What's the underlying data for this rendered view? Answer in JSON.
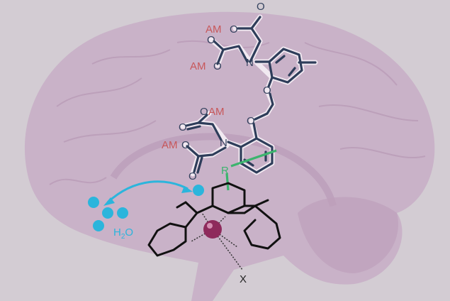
{
  "labels": {
    "am_top": "AM",
    "am_mid": "AM",
    "am_oam": "AM",
    "am_low": "AM",
    "oxygen": "O",
    "nitrogen": "N",
    "r_group": "R",
    "water": "H",
    "water_sub": "2",
    "water_o": "O",
    "ligand_x": "X"
  },
  "colors": {
    "background": "#d3ccd3",
    "brain": "#c7adc6",
    "bond": "#2e3d5a",
    "am_text": "#c8575a",
    "linker": "#3cb46e",
    "ion": "#2bb5dc",
    "metal": "#8e2a5c"
  }
}
